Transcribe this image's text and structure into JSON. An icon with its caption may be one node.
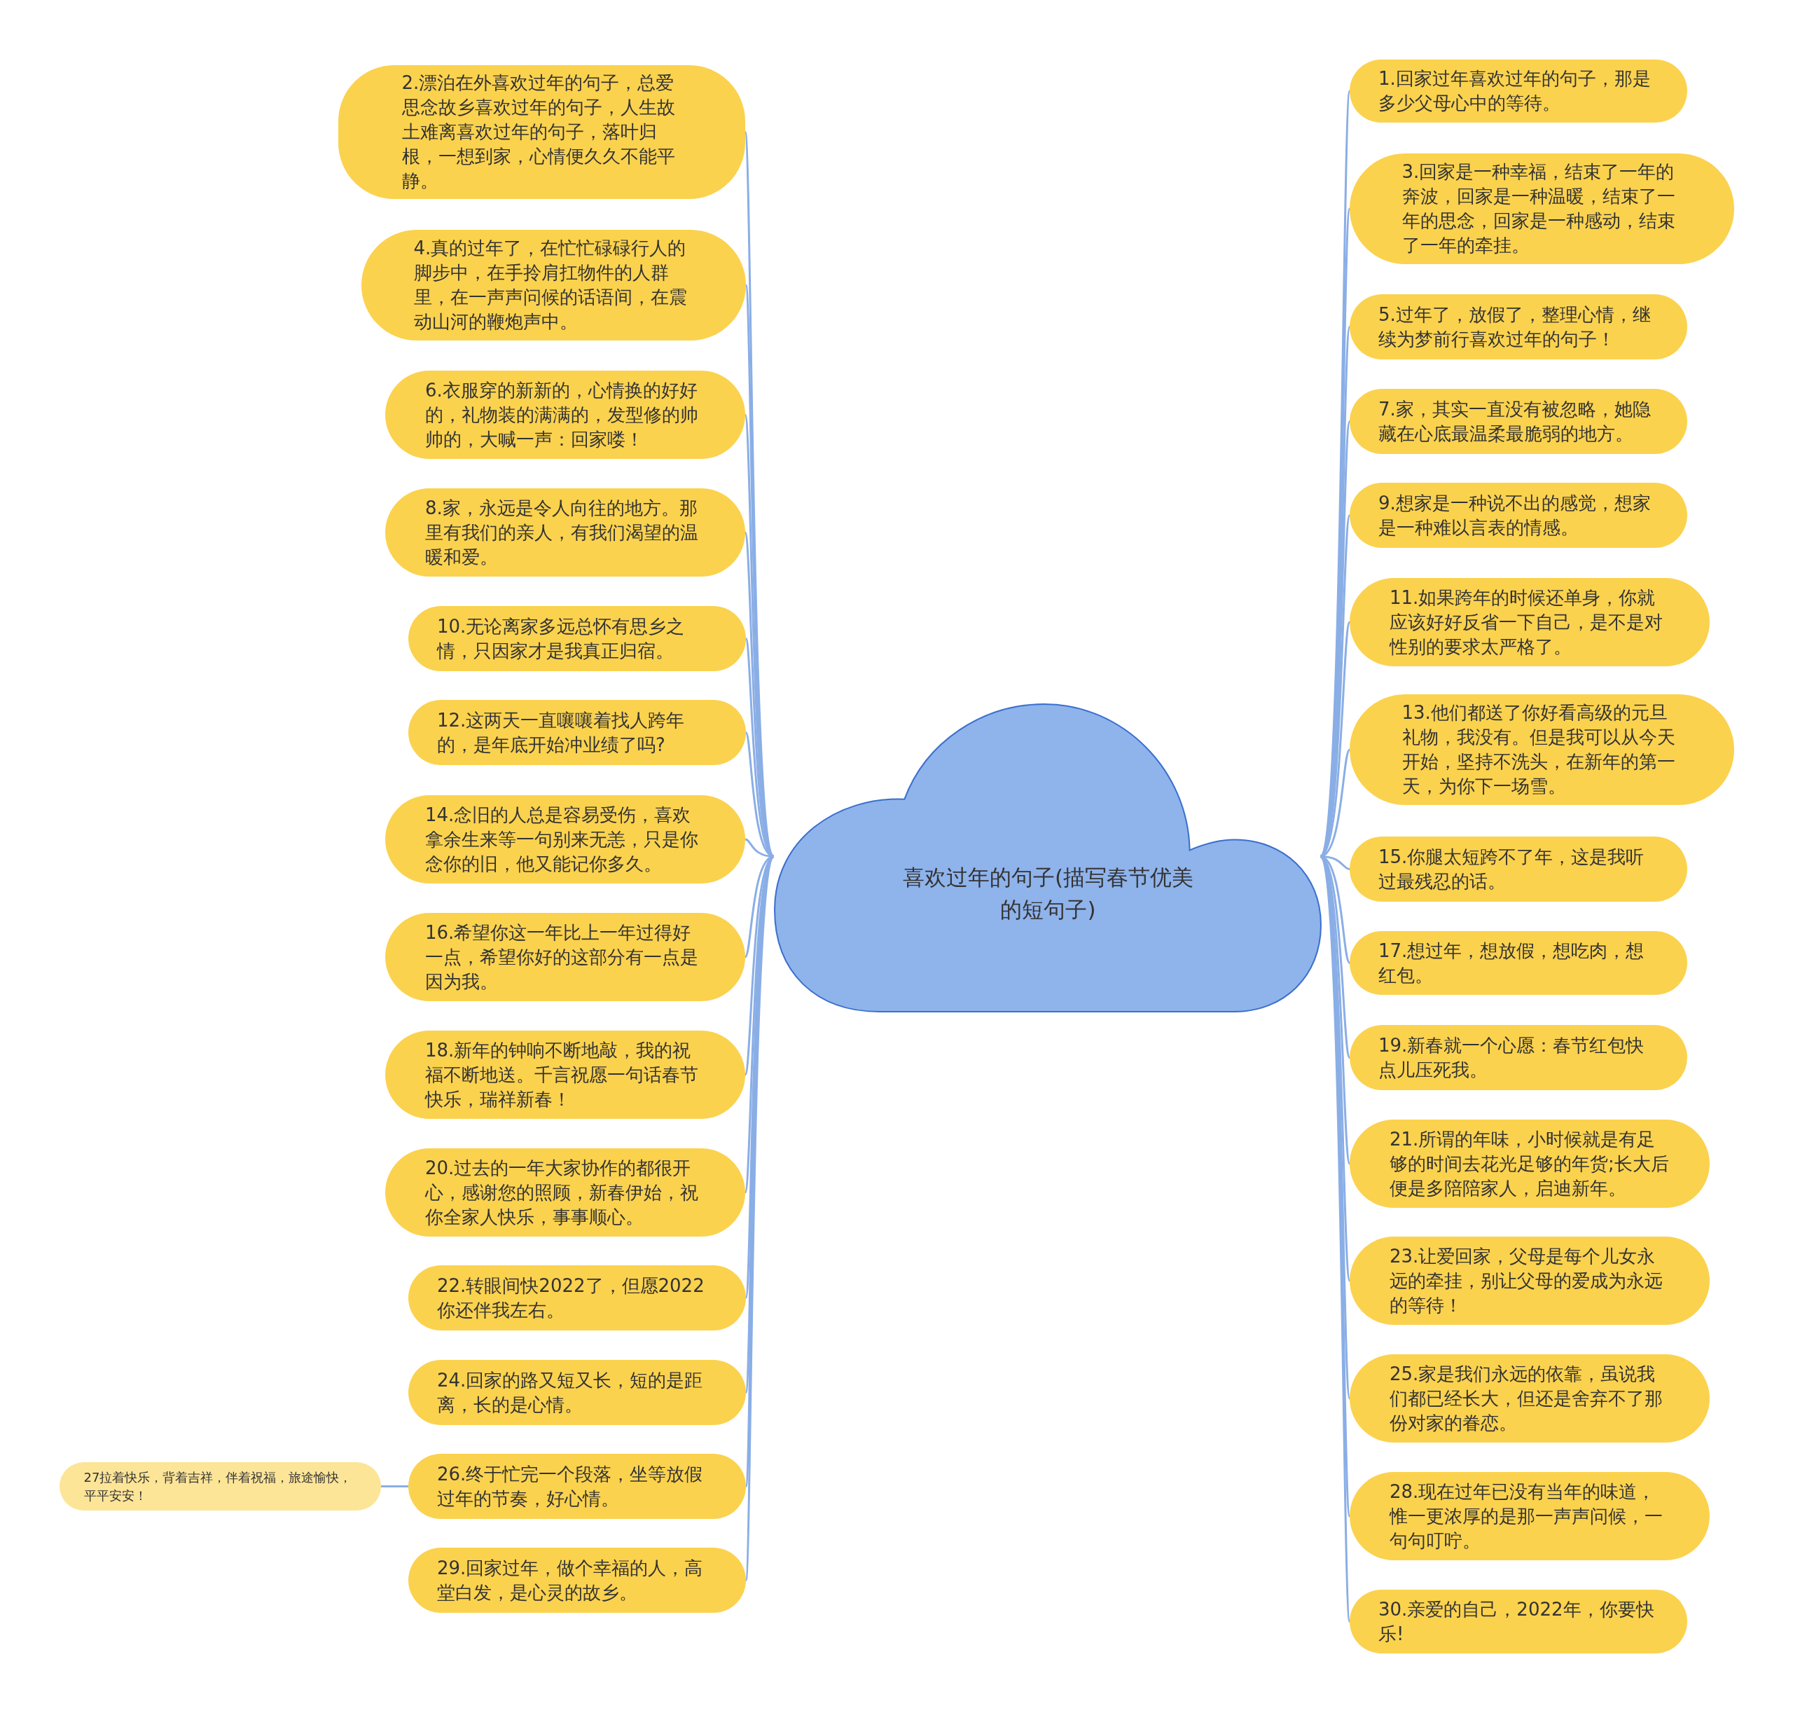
{
  "diagram": {
    "nodes": [
      {
        "text": [
          "喜欢过年的句子(描写春节优美的短句子)"
        ]
      },
      {
        "text": [
          "1.回家过年喜欢过年的句子，那是多少父母心中的等待。"
        ]
      },
      {
        "text": [
          "2.漂泊在外喜欢过年的句子，总爱思念故乡喜欢过年的句子，人生故土难离喜欢过年的句子，落叶归根，一想到家，心情便久久不能平静。"
        ]
      },
      {
        "text": [
          "3.回家是一种幸福，结束了一年的奔波，回家是一种温暖，结束了一年的思念，回家是一种感动，结束了一年的牵挂。"
        ]
      },
      {
        "text": [
          "4.真的过年了，在忙忙碌碌行人的脚步中，在手拎肩扛物件的人群里，在一声声问候的话语间，在震动山河的鞭炮声中。"
        ]
      },
      {
        "text": [
          "5.过年了，放假了，整理心情，继续为梦前行喜欢过年的句子！"
        ]
      },
      {
        "text": [
          "6.衣服穿的新新的，心情换的好好的，礼物装的满满的，发型修的帅帅的，大喊一声：回家喽！"
        ]
      },
      {
        "text": [
          "7.家，其实一直没有被忽略，她隐藏在心底最温柔最脆弱的地方。"
        ]
      },
      {
        "text": [
          "8.家，永远是令人向往的地方。那里有我们的亲人，有我们渴望的温暖和爱。"
        ]
      },
      {
        "text": [
          "9.想家是一种说不出的感觉，想家是一种难以言表的情感。"
        ]
      },
      {
        "text": [
          "10.无论离家多远总怀有思乡之情，只因家才是我真正归宿。"
        ]
      },
      {
        "text": [
          "11.如果跨年的时候还单身，你就应该好好反省一下自己，是不是对性别的要求太严格了。"
        ]
      },
      {
        "text": [
          "12.这两天一直嚷嚷着找人跨年的，是年底开始冲业绩了吗?"
        ]
      },
      {
        "text": [
          "13.他们都送了你好看高级的元旦礼物，我没有。但是我可以从今天开始，坚持不洗头，在新年的第一天，为你下一场雪。"
        ]
      },
      {
        "text": [
          "14.念旧的人总是容易受伤，喜欢拿余生来等一句别来无恙，只是你念你的旧，他又能记你多久。"
        ]
      },
      {
        "text": [
          "15.你腿太短跨不了年，这是我听过最残忍的话。"
        ]
      },
      {
        "text": [
          "16.希望你这一年比上一年过得好一点，希望你好的这部分有一点是因为我。"
        ]
      },
      {
        "text": [
          "17.想过年，想放假，想吃肉，想红包。"
        ]
      },
      {
        "text": [
          "18.新年的钟响不断地敲，我的祝福不断地送。千言祝愿一句话春节快乐，瑞祥新春！"
        ]
      },
      {
        "text": [
          "19.新春就一个心愿：春节红包快点儿压死我。"
        ]
      },
      {
        "text": [
          "20.过去的一年大家协作的都很开心，感谢您的照顾，新春伊始，祝你全家人快乐，事事顺心。"
        ]
      },
      {
        "text": [
          "21.所谓的年味，小时候就是有足够的时间去花光足够的年货;长大后便是多陪陪家人，启迪新年。"
        ]
      },
      {
        "text": [
          "22.转眼间快2022了，但愿2022你还伴我左右。"
        ]
      },
      {
        "text": [
          "23.让爱回家，父母是每个儿女永远的牵挂，别让父母的爱成为永远的等待！"
        ]
      },
      {
        "text": [
          "24.回家的路又短又长，短的是距离，长的是心情。"
        ]
      },
      {
        "text": [
          "25.家是我们永远的依靠，虽说我们都已经长大，但还是舍弃不了那份对家的眷恋。"
        ]
      },
      {
        "text": [
          "26.终于忙完一个段落，坐等放假过年的节奏，好心情。"
        ]
      },
      {
        "text": [
          "27拉着快乐，背着吉祥，伴着祝福，旅途愉快，平平安安！"
        ]
      },
      {
        "text": [
          "28.现在过年已没有当年的味道，惟一更浓厚的是那一声声问候，一句句叮咛。"
        ]
      },
      {
        "text": [
          "29.回家过年，做个幸福的人，高堂白发，是心灵的故乡。"
        ]
      },
      {
        "text": [
          "30.亲爱的自己，2022年，你要快乐!"
        ]
      }
    ],
    "edges": [
      {
        "from": 0,
        "to": 1,
        "arrow": "none"
      },
      {
        "from": 0,
        "to": 2,
        "arrow": "none"
      },
      {
        "from": 0,
        "to": 3,
        "arrow": "none"
      },
      {
        "from": 0,
        "to": 4,
        "arrow": "none"
      },
      {
        "from": 0,
        "to": 5,
        "arrow": "none"
      },
      {
        "from": 0,
        "to": 6,
        "arrow": "none"
      },
      {
        "from": 0,
        "to": 7,
        "arrow": "none"
      },
      {
        "from": 0,
        "to": 8,
        "arrow": "none"
      },
      {
        "from": 0,
        "to": 9,
        "arrow": "none"
      },
      {
        "from": 0,
        "to": 10,
        "arrow": "none"
      },
      {
        "from": 0,
        "to": 11,
        "arrow": "none"
      },
      {
        "from": 0,
        "to": 12,
        "arrow": "none"
      },
      {
        "from": 0,
        "to": 13,
        "arrow": "none"
      },
      {
        "from": 0,
        "to": 14,
        "arrow": "none"
      },
      {
        "from": 0,
        "to": 15,
        "arrow": "none"
      },
      {
        "from": 0,
        "to": 16,
        "arrow": "none"
      },
      {
        "from": 0,
        "to": 17,
        "arrow": "none"
      },
      {
        "from": 0,
        "to": 18,
        "arrow": "none"
      },
      {
        "from": 0,
        "to": 19,
        "arrow": "none"
      },
      {
        "from": 0,
        "to": 20,
        "arrow": "none"
      },
      {
        "from": 0,
        "to": 21,
        "arrow": "none"
      },
      {
        "from": 0,
        "to": 22,
        "arrow": "none"
      },
      {
        "from": 0,
        "to": 23,
        "arrow": "none"
      },
      {
        "from": 0,
        "to": 24,
        "arrow": "none"
      },
      {
        "from": 0,
        "to": 25,
        "arrow": "none"
      },
      {
        "from": 0,
        "to": 26,
        "arrow": "none"
      },
      {
        "from": 26,
        "to": 27,
        "arrow": "none"
      },
      {
        "from": 0,
        "to": 28,
        "arrow": "none"
      },
      {
        "from": 0,
        "to": 29,
        "arrow": "none"
      },
      {
        "from": 0,
        "to": 30,
        "arrow": "none"
      }
    ]
  }
}
